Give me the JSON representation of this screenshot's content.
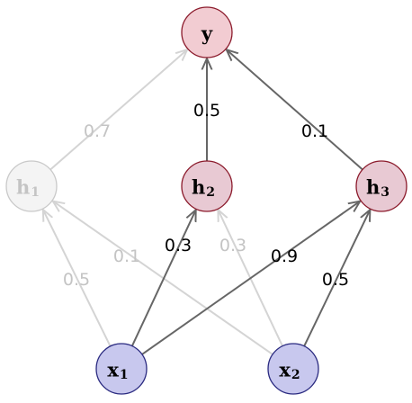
{
  "nodes": [
    {
      "id": "y",
      "base": "y",
      "sub": "",
      "fill": "#f2ccd2",
      "stroke": "#8b1a2b",
      "text_color": "#000000",
      "faded": false
    },
    {
      "id": "h1",
      "base": "h",
      "sub": "1",
      "fill": "#f4f4f4",
      "stroke": "#c9c9c9",
      "text_color": "#c4c4c4",
      "faded": true
    },
    {
      "id": "h2",
      "base": "h",
      "sub": "2",
      "fill": "#e8c9d3",
      "stroke": "#8b1a2b",
      "text_color": "#000000",
      "faded": false
    },
    {
      "id": "h3",
      "base": "h",
      "sub": "3",
      "fill": "#e8c9d3",
      "stroke": "#8b1a2b",
      "text_color": "#000000",
      "faded": false
    },
    {
      "id": "x1",
      "base": "x",
      "sub": "1",
      "fill": "#c8c8ee",
      "stroke": "#2a2a80",
      "text_color": "#000000",
      "faded": false
    },
    {
      "id": "x2",
      "base": "x",
      "sub": "2",
      "fill": "#c8c8ee",
      "stroke": "#2a2a80",
      "text_color": "#000000",
      "faded": false
    }
  ],
  "edges": [
    {
      "from": "h1",
      "to": "y",
      "weight": "0.7",
      "faded": true
    },
    {
      "from": "h2",
      "to": "y",
      "weight": "0.5",
      "faded": false
    },
    {
      "from": "h3",
      "to": "y",
      "weight": "0.1",
      "faded": false
    },
    {
      "from": "x1",
      "to": "h1",
      "weight": "0.5",
      "faded": true
    },
    {
      "from": "x2",
      "to": "h1",
      "weight": "0.1",
      "faded": true
    },
    {
      "from": "x1",
      "to": "h2",
      "weight": "0.3",
      "faded": false
    },
    {
      "from": "x2",
      "to": "h2",
      "weight": "0.3",
      "faded": true
    },
    {
      "from": "x1",
      "to": "h3",
      "weight": "0.9",
      "faded": false
    },
    {
      "from": "x2",
      "to": "h3",
      "weight": "0.5",
      "faded": false
    }
  ],
  "colors": {
    "edge_active": "#666666",
    "edge_faded": "#d4d4d4",
    "label_active": "#000000",
    "label_faded": "#c4c4c4"
  }
}
